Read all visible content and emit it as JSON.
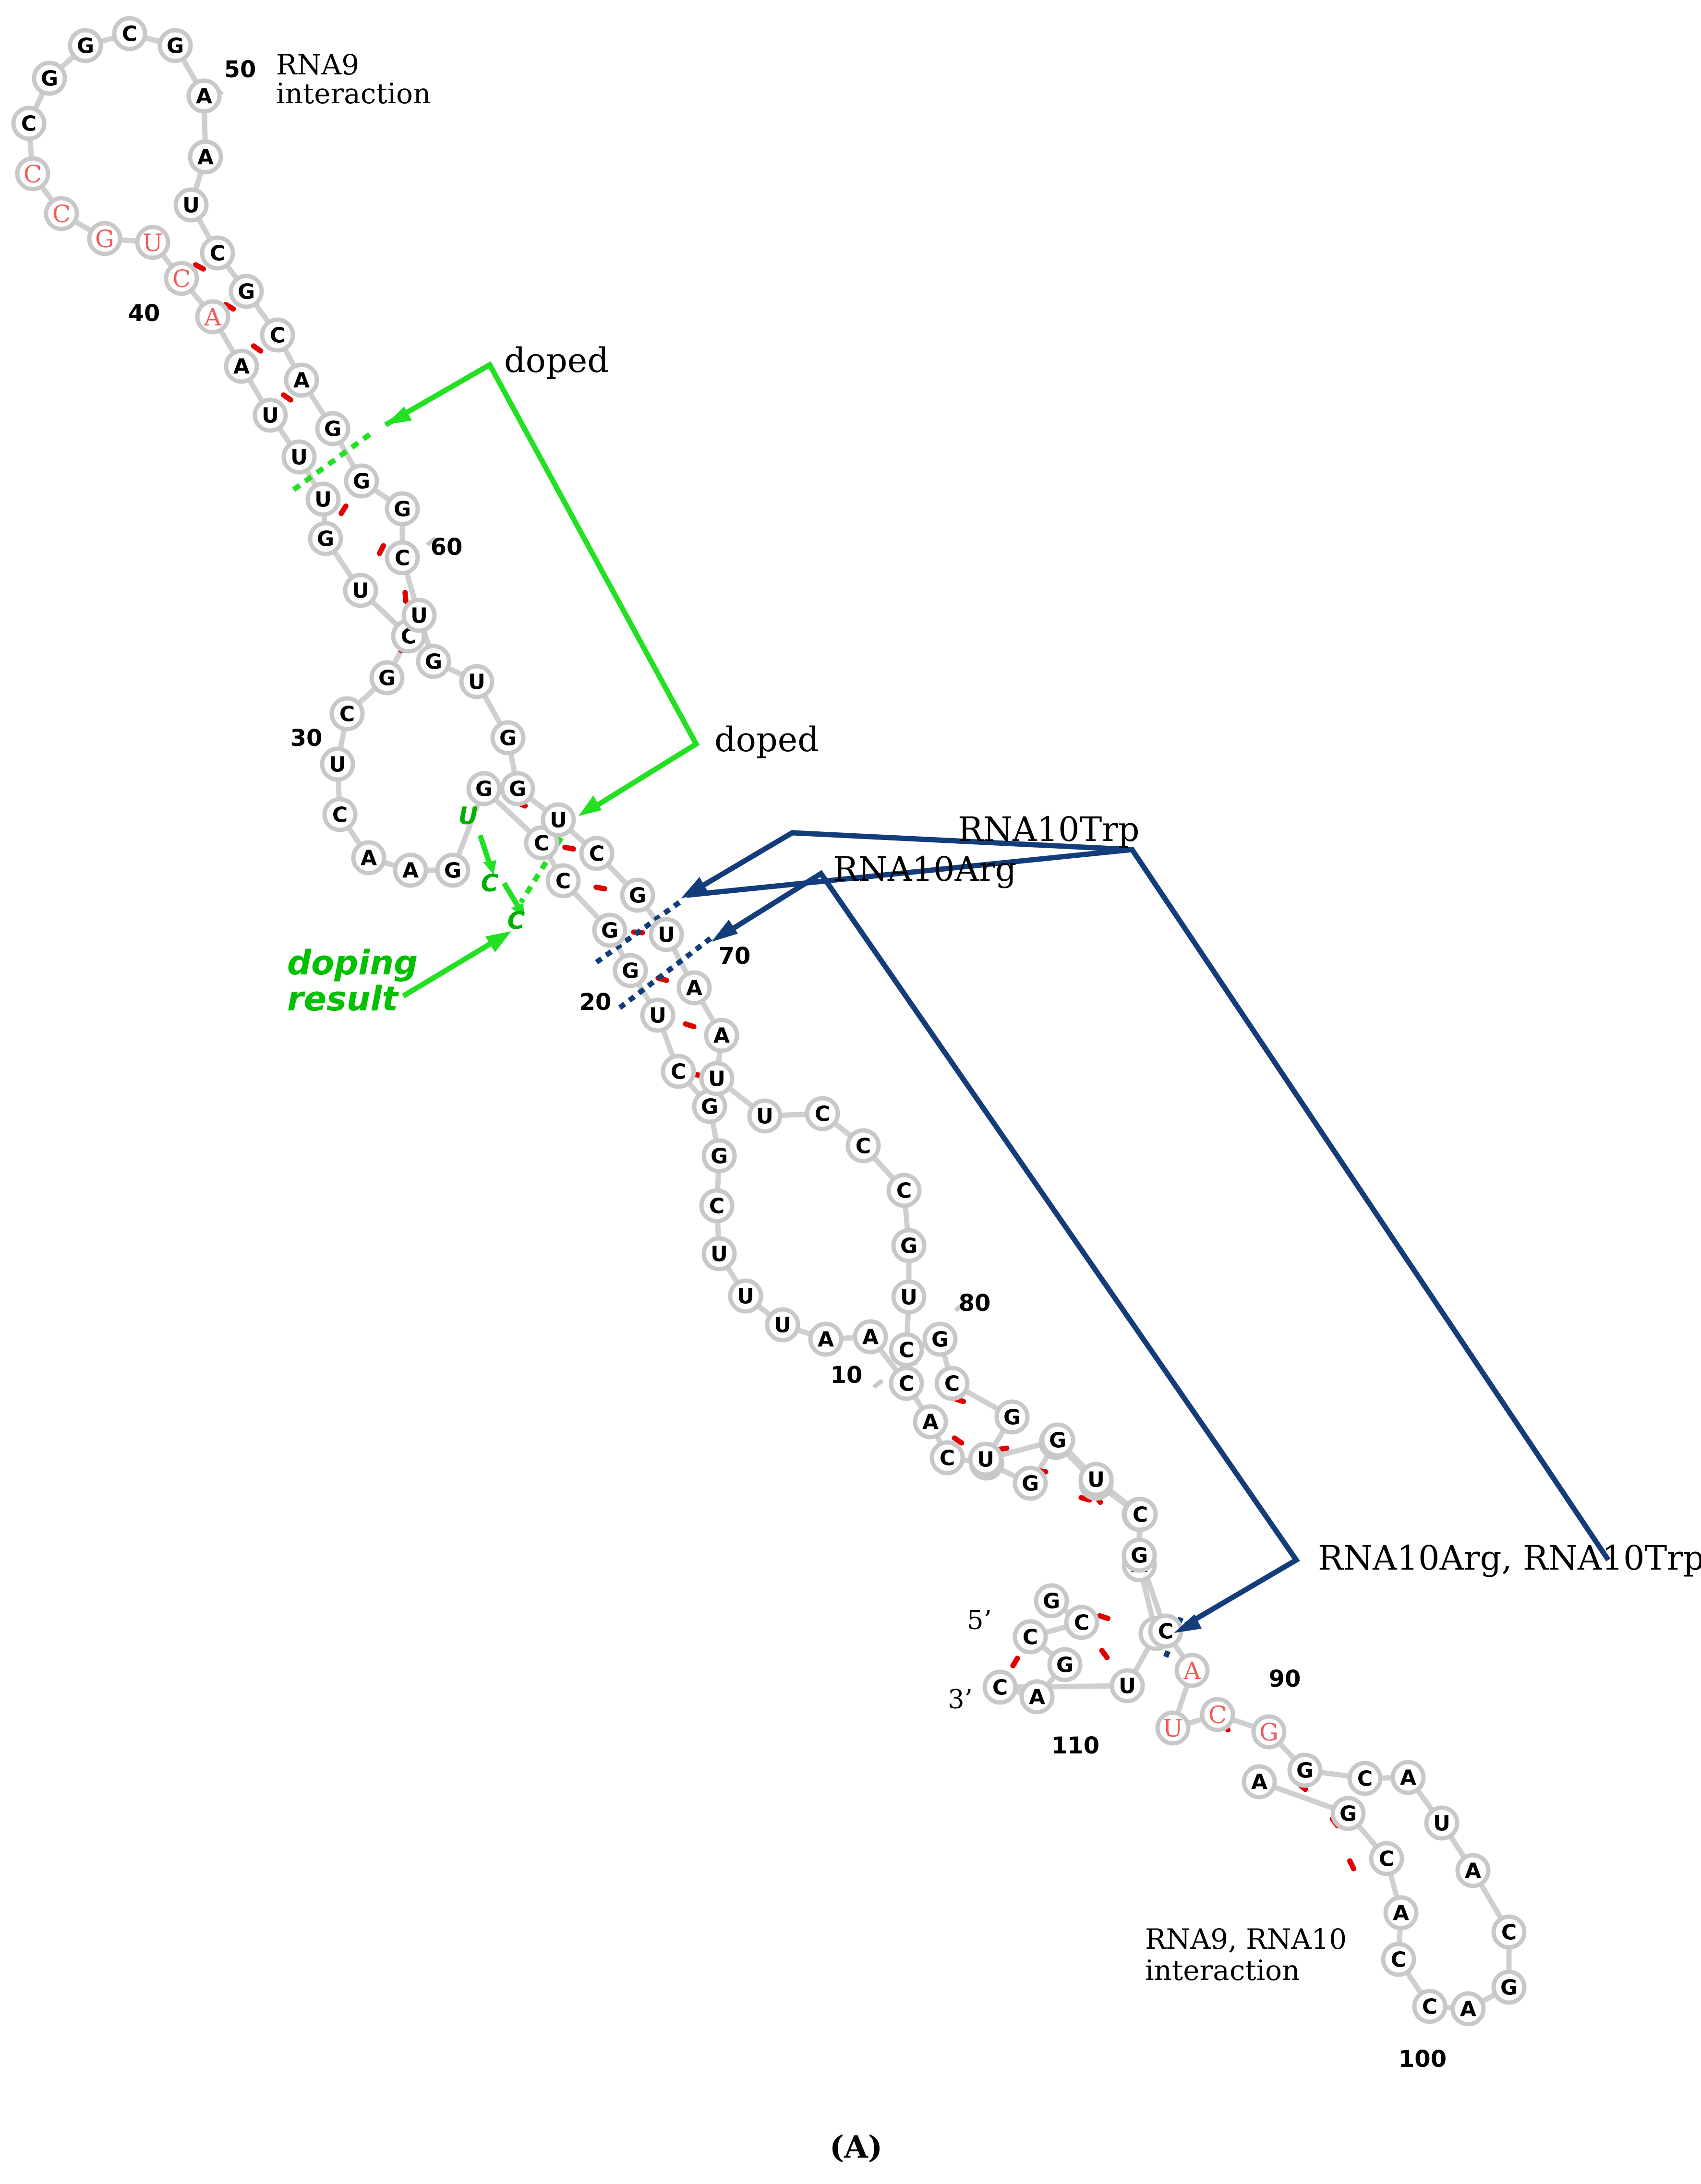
{
  "panel_label": "(A)",
  "numbers": [
    "10",
    "20",
    "30",
    "40",
    "50",
    "60",
    "70",
    "80",
    "90",
    "100",
    "110"
  ],
  "ends": {
    "five_prime": "5’",
    "three_prime": "3’"
  },
  "annotations": {
    "rna9": [
      "RNA9",
      "interaction"
    ],
    "doped_top": "doped",
    "doped_mid": "doped",
    "rna10trp": "RNA10Trp",
    "rna10arg": "RNA10Arg",
    "rna10_both": "RNA10Arg, RNA10Trp",
    "rna9_rna10": [
      "RNA9, RNA10",
      "interaction"
    ],
    "doping_result": [
      "doping",
      "result"
    ]
  },
  "doping_substitutions": [
    "U",
    "C",
    "C"
  ],
  "colors": {
    "base_pair": "#e00000",
    "highlighted_base": "#f05a5a",
    "doping": "#22e022",
    "rna10_site": "#123d7a",
    "backbone": "#cfcfcf"
  },
  "sequence_5_to_3": [
    "G",
    "C",
    "C",
    "G",
    "A",
    "C",
    "U",
    "C",
    "A",
    "A",
    "A",
    "U",
    "G",
    "A",
    "C",
    "A",
    "C",
    "A",
    "A",
    "U",
    "U",
    "U",
    "C",
    "G",
    "G",
    "C",
    "U",
    "G",
    "G",
    "C",
    "C",
    "G",
    "G",
    "A",
    "A",
    "C",
    "U",
    "C",
    "G",
    "C",
    "U",
    "G",
    "U",
    "U",
    "U",
    "A",
    "A",
    "C",
    "U",
    "G",
    "C",
    "C",
    "C",
    "G",
    "G",
    "C",
    "G",
    "A",
    "A",
    "U",
    "C",
    "G",
    "C",
    "A",
    "G",
    "G",
    "G",
    "C",
    "U",
    "G",
    "U",
    "G",
    "G",
    "U",
    "C",
    "G",
    "U",
    "A",
    "A",
    "U",
    "U",
    "C",
    "C",
    "C",
    "G",
    "U",
    "C",
    "G",
    "C",
    "G",
    "U",
    "G",
    "U",
    "C",
    "G",
    "C",
    "A",
    "U",
    "C",
    "G",
    "G",
    "C",
    "A",
    "U",
    "A",
    "C",
    "G",
    "A",
    "C",
    "C",
    "A",
    "C",
    "G",
    "A"
  ],
  "highlighted_positions": [
    47,
    48,
    49,
    50,
    51,
    52,
    97,
    98,
    99,
    100
  ]
}
